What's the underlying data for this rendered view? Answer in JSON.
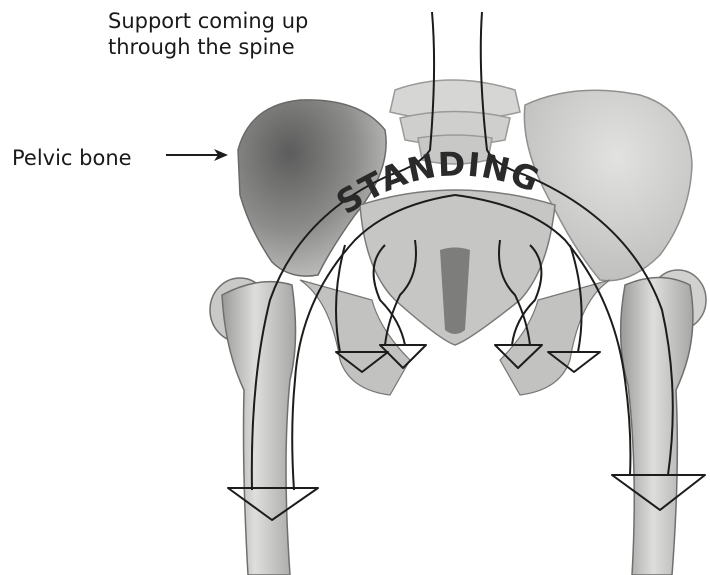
{
  "labels": {
    "support_line1": "Support coming up",
    "support_line2": "through the spine",
    "pelvic": "Pelvic bone",
    "standing": "STANDING"
  },
  "colors": {
    "bone_light": "#d8d8d6",
    "bone_mid": "#bdbdbb",
    "bone_shadow": "#8d8d8b",
    "bone_dark": "#4f4f4f",
    "outline": "#1c1c1c"
  },
  "icons": [
    "pointer-arrow-icon",
    "down-arrow-icon"
  ]
}
